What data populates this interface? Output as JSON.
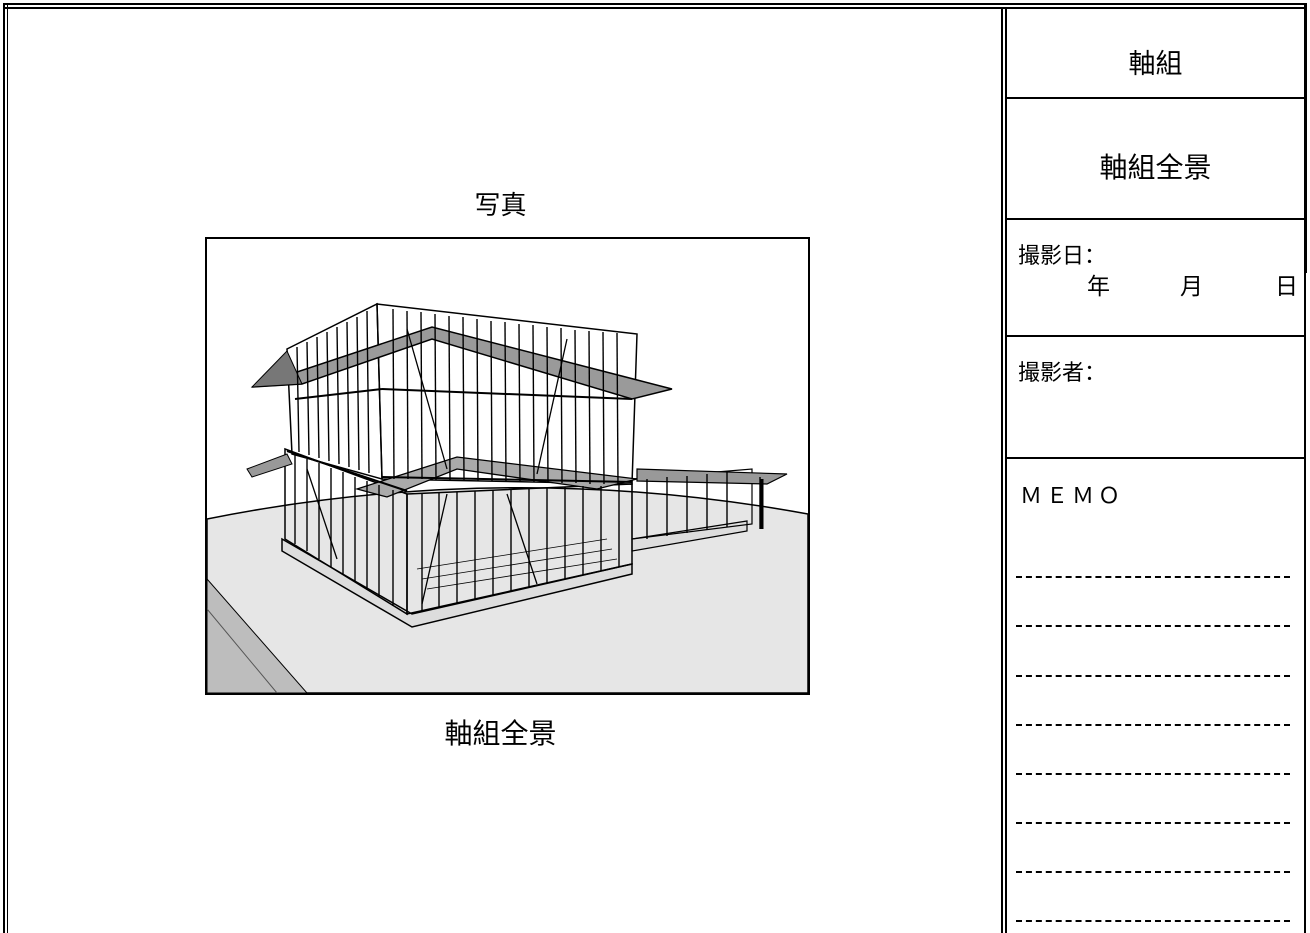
{
  "photo_panel": {
    "title": "写真",
    "caption": "軸組全景"
  },
  "info_panel": {
    "category": "軸組",
    "subject": "軸組全景",
    "date_label": "撮影日：",
    "year_label": "年",
    "month_label": "月",
    "day_label": "日",
    "photographer_label": "撮影者：",
    "memo_label": "ＭＥＭＯ"
  },
  "colors": {
    "ink": "#000000",
    "ground": "#e8e8e8",
    "paper": "#ffffff"
  }
}
